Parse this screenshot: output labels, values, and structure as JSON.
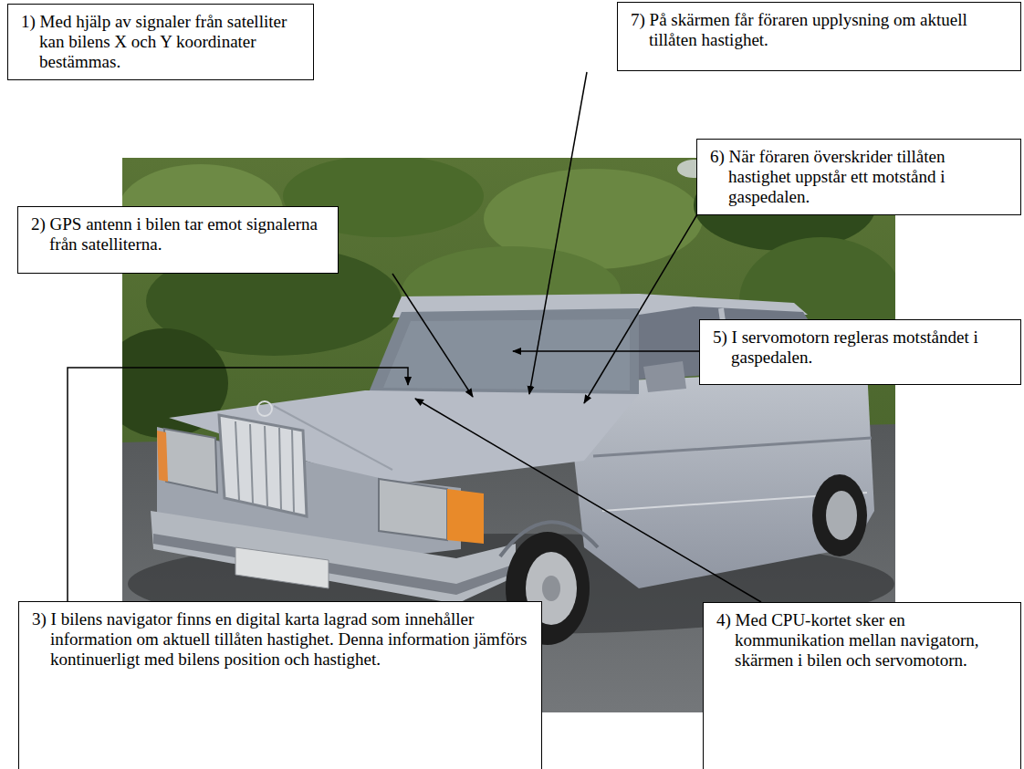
{
  "diagram": {
    "nodes": [
      {
        "text": [
          "1) Med hjälp av signaler från satelliter kan bilens X och Y koordinater bestämmas."
        ]
      },
      {
        "text": [
          "2) GPS antenn i bilen tar emot signalerna från satelliterna."
        ]
      },
      {
        "text": [
          "3) I bilens navigator finns en digital karta lagrad som innehåller information om aktuell tillåten hastighet. Denna information jämförs kontinuerligt med bilens position och hastighet."
        ]
      },
      {
        "text": [
          "4) Med CPU-kortet sker en kommunikation mellan navigatorn, skärmen i bilen och servomotorn."
        ]
      },
      {
        "text": [
          "5) I servomotorn regleras motståndet i gaspedalen."
        ]
      },
      {
        "text": [
          "6) När föraren överskrider tillåten hastighet uppstår ett motstånd i gaspedalen."
        ]
      },
      {
        "text": [
          "7) På skärmen får föraren upplysning om aktuell tillåten hastighet."
        ]
      }
    ]
  }
}
